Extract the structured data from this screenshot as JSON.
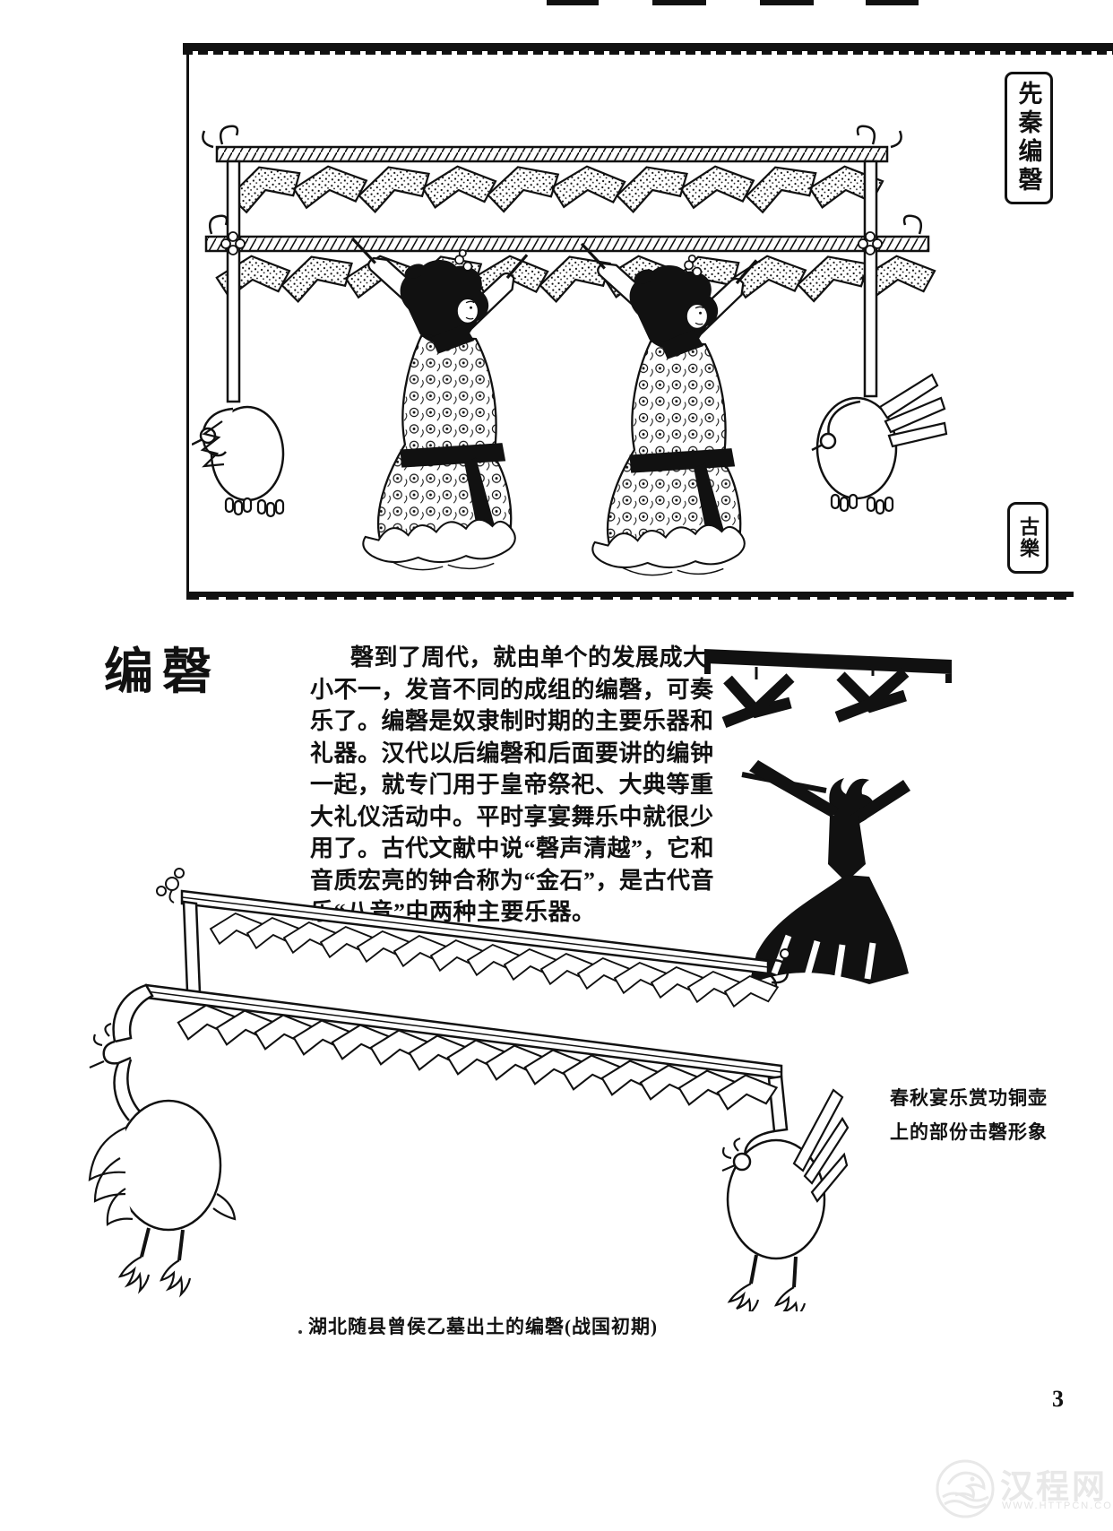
{
  "page": {
    "number": "3",
    "paper_color": "#ffffff",
    "ink_color": "#111111"
  },
  "top_plate": {
    "vertical_label": "先秦编磬",
    "seal_text": "古樂"
  },
  "section": {
    "heading": "编磬"
  },
  "article": {
    "lines": [
      "磬到了周代，就由单个的发展成大",
      "小不一，发音不同的成组的编磬，可奏",
      "乐了。编磬是奴隶制时期的主要乐器和",
      "礼器。汉代以后编磬和后面要讲的编钟",
      "一起，就专门用于皇帝祭祀、大典等重",
      "大礼仪活动中。平时享宴舞乐中就很少",
      "用了。古代文献中说“磬声清越”，它和",
      "音质宏亮的钟合称为“金石”，是古代音",
      "乐“八音”中两种主要乐器。"
    ]
  },
  "captions": {
    "bronze_line1": "春秋宴乐赏功铜壶",
    "bronze_line2": "上的部份击磬形象",
    "excavated": "湖北随县曾侯乙墓出土的编磬(战国初期)"
  },
  "watermark": {
    "site_name": "汉程网",
    "site_url": "WWW.HTTPCN.COM",
    "color": "#e8e8e8"
  }
}
